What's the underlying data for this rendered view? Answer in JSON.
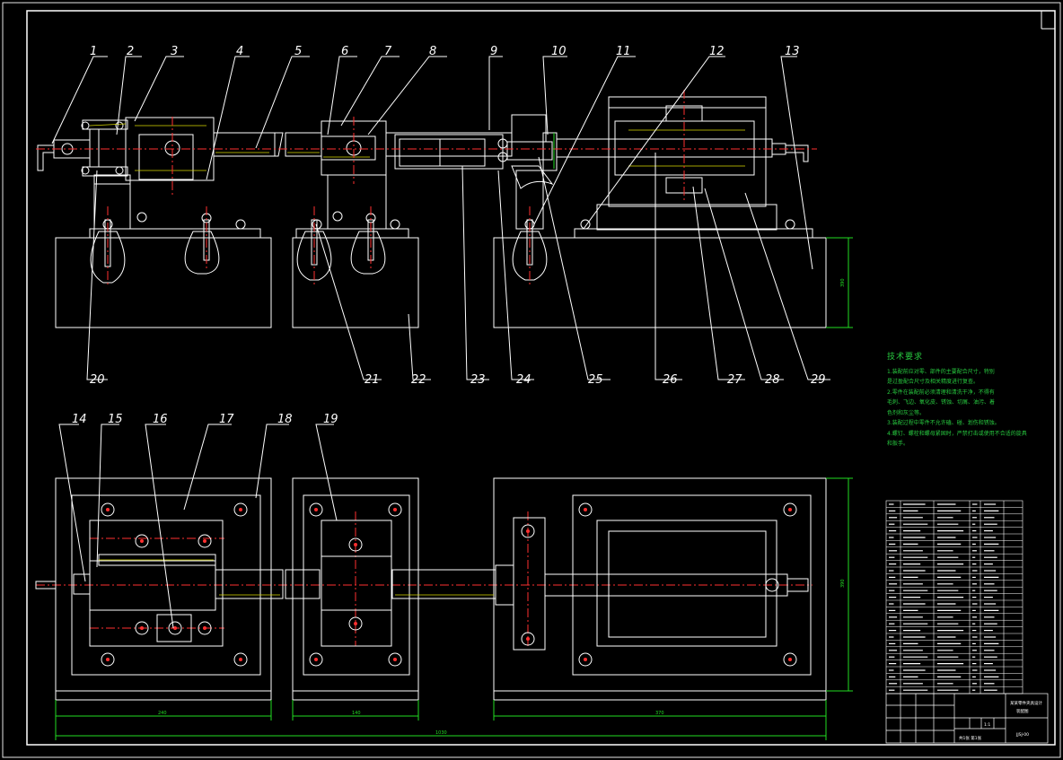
{
  "drawing": {
    "part_numbers_top": [
      "1",
      "2",
      "3",
      "4",
      "5",
      "6",
      "7",
      "8",
      "9",
      "10",
      "11",
      "12",
      "13"
    ],
    "part_numbers_bottom_row": [
      "20",
      "21",
      "22",
      "23",
      "24",
      "25",
      "26",
      "27",
      "28",
      "29"
    ],
    "part_numbers_plan": [
      "14",
      "15",
      "16",
      "17",
      "18",
      "19"
    ],
    "dim_labels": {
      "base_left": "240",
      "base_mid": "140",
      "base_right": "370",
      "overall": "1030",
      "height": "390",
      "plan_depth": "390"
    }
  },
  "technical_requirements": {
    "title": "技术要求",
    "items": [
      "1.装配前应对零、部件的主要配合尺寸，特别",
      "是过盈配合尺寸及相关精度进行复查。",
      "2.零件在装配前必须清理和清洗干净，不得有",
      "毛刺、飞边、氧化皮、锈蚀、切屑、油污、着",
      "色剂和灰尘等。",
      "3.装配过程中零件不允许磕、碰、划伤和锈蚀。",
      "4.螺钉、螺栓和螺母紧固时，严禁打击或使用不合适的旋具和扳手。"
    ]
  },
  "title_block": {
    "name_line1": "某某零件夹具设计",
    "name_line2": "装配图",
    "scale": "1:1",
    "drawing_no": "JJSJ-00",
    "sheet": "共1张 第1张"
  }
}
